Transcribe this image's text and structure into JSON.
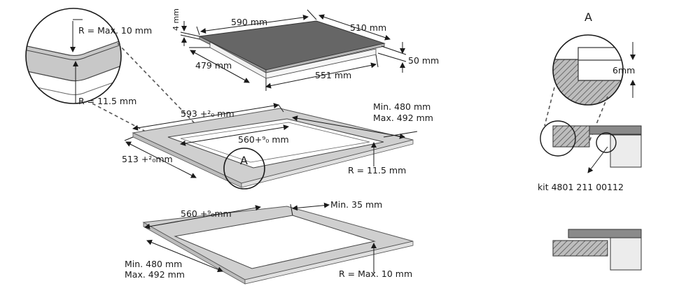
{
  "hob": {
    "width_label": "590 mm",
    "depth_label": "510 mm",
    "thickness_label": "4 mm",
    "total_height_label": "50 mm",
    "body_depth_label": "479 mm",
    "body_width_label": "551 mm"
  },
  "edge_detail": {
    "radius_max_label": "R = Max. 10 mm",
    "radius_label": "R = 11.5 mm"
  },
  "flush_cutout": {
    "outer_width_label": "593 +²₀ mm",
    "inner_width_label": "560+⁹₀ mm",
    "outer_depth_label": "513 +²₀mm",
    "min_depth_label": "Min. 480 mm",
    "max_depth_label": "Max. 492 mm",
    "corner_radius_label": "R = 11.5 mm",
    "detail_marker": "A"
  },
  "standard_cutout": {
    "width_label": "560 +⁹₀mm",
    "min_distance_label": "Min. 35 mm",
    "min_depth_label": "Min. 480 mm",
    "max_depth_label": "Max. 492 mm",
    "corner_radius_label": "R = Max. 10 mm"
  },
  "detail_a": {
    "title": "A",
    "gap_label": "6mm",
    "kit_label": "kit 4801 211 00112"
  }
}
